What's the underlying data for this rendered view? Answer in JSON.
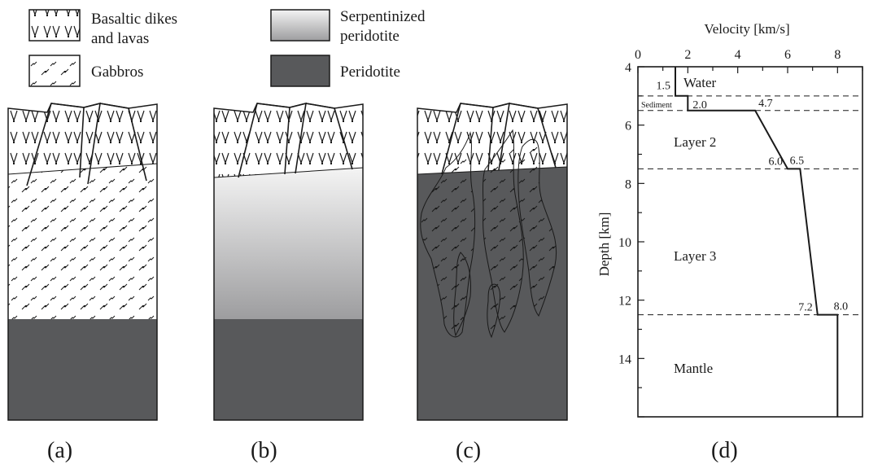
{
  "legend": {
    "basalt": "Basaltic dikes",
    "basalt_line2": "and lavas",
    "gabbros": "Gabbros",
    "serpentinized": "Serpentinized",
    "serpentinized_line2": "peridotite",
    "peridotite": "Peridotite"
  },
  "panels": {
    "a": "(a)",
    "b": "(b)",
    "c": "(c)",
    "d": "(d)"
  },
  "colors": {
    "peridotite": "#58595b",
    "outline": "#1a1a1a",
    "serp_top": "#f4f4f4",
    "serp_bottom": "#9d9d9f"
  },
  "chart_data": {
    "type": "line",
    "xlabel": "Velocity [km/s]",
    "ylabel": "Depth [km]",
    "xlim": [
      0,
      9
    ],
    "ylim": [
      4,
      16
    ],
    "y_inverted": true,
    "x_ticks": [
      "0",
      "2",
      "4",
      "6",
      "8"
    ],
    "y_ticks": [
      "4",
      "6",
      "8",
      "10",
      "12",
      "14"
    ],
    "series": [
      {
        "x": [
          1.5,
          1.5,
          2.0,
          2.0,
          4.7,
          6.0,
          6.5,
          7.2,
          8.0,
          8.0
        ],
        "y": [
          4.0,
          5.0,
          5.0,
          5.5,
          5.5,
          7.5,
          7.5,
          12.5,
          12.5,
          16.0
        ]
      }
    ],
    "boundaries": [
      5.0,
      5.5,
      7.5,
      12.5
    ],
    "velocity_labels": [
      "1.5",
      "2.0",
      "4.7",
      "6.0",
      "6.5",
      "7.2",
      "8.0"
    ],
    "layer_labels": [
      "Water",
      "Sediment",
      "Layer 2",
      "Layer 3",
      "Mantle"
    ]
  }
}
